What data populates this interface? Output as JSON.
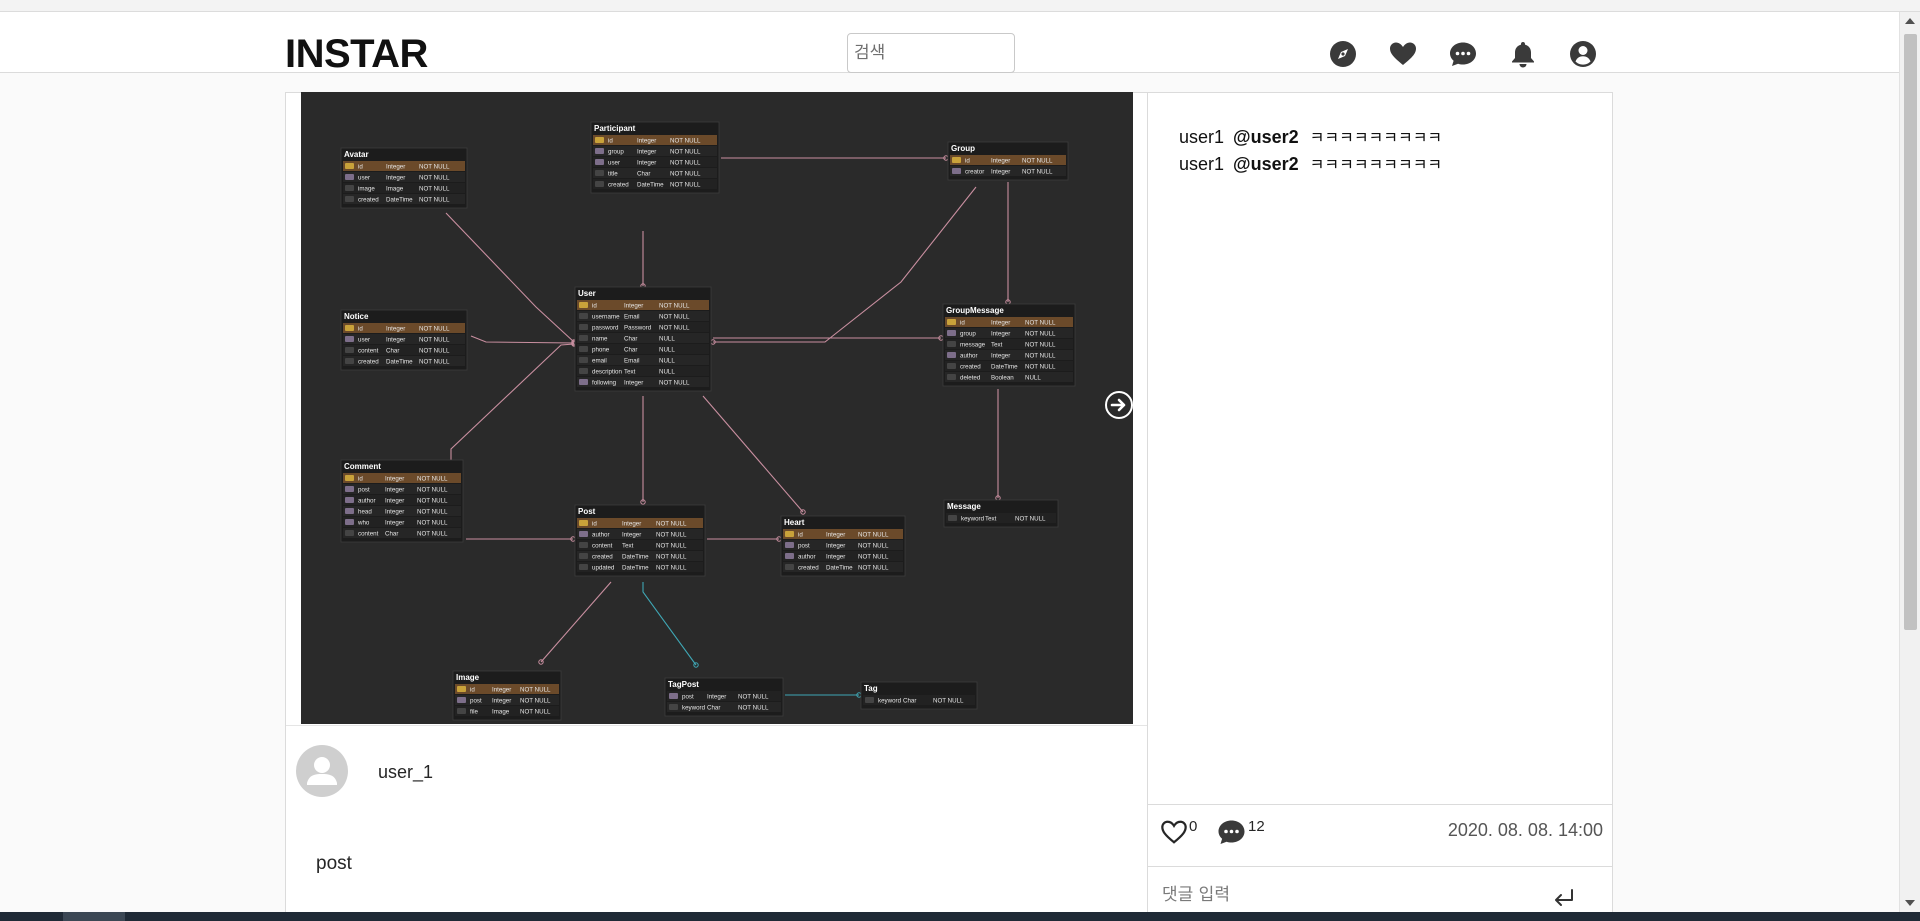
{
  "header": {
    "logo": "INSTAR",
    "search_placeholder": "검색",
    "icons": [
      "compass-icon",
      "heart-icon",
      "chat-icon",
      "bell-icon",
      "user-circle-icon"
    ]
  },
  "post": {
    "author": "user_1",
    "caption": "post",
    "likes": "0",
    "comment_count": "12",
    "date": "2020. 08. 08. 14:00"
  },
  "comments": [
    {
      "user": "user1",
      "mention": "@user2",
      "text": "ㅋㅋㅋㅋㅋㅋㅋㅋㅋ"
    },
    {
      "user": "user1",
      "mention": "@user2",
      "text": "ㅋㅋㅋㅋㅋㅋㅋㅋㅋ"
    }
  ],
  "comment_form": {
    "placeholder": "댓글 입력"
  },
  "diagram": {
    "tables": [
      {
        "name": "Participant",
        "rows": [
          [
            "id",
            "Integer",
            "NOT NULL"
          ],
          [
            "group",
            "Integer",
            "NOT NULL"
          ],
          [
            "user",
            "Integer",
            "NOT NULL"
          ],
          [
            "title",
            "Char",
            "NOT NULL"
          ],
          [
            "created",
            "DateTime",
            "NOT NULL"
          ]
        ]
      },
      {
        "name": "Avatar",
        "rows": [
          [
            "id",
            "Integer",
            "NOT NULL"
          ],
          [
            "user",
            "Integer",
            "NOT NULL"
          ],
          [
            "image",
            "Image",
            "NOT NULL"
          ],
          [
            "created",
            "DateTime",
            "NOT NULL"
          ]
        ]
      },
      {
        "name": "Group",
        "rows": [
          [
            "id",
            "Integer",
            "NOT NULL"
          ],
          [
            "creator",
            "Integer",
            "NOT NULL"
          ]
        ]
      },
      {
        "name": "User",
        "rows": [
          [
            "id",
            "Integer",
            "NOT NULL"
          ],
          [
            "username",
            "Email",
            "NOT NULL"
          ],
          [
            "password",
            "Password",
            "NOT NULL"
          ],
          [
            "name",
            "Char",
            "NULL"
          ],
          [
            "phone",
            "Char",
            "NULL"
          ],
          [
            "email",
            "Email",
            "NULL"
          ],
          [
            "description",
            "Text",
            "NULL"
          ],
          [
            "following",
            "Integer",
            "NOT NULL"
          ]
        ]
      },
      {
        "name": "GroupMessage",
        "rows": [
          [
            "id",
            "Integer",
            "NOT NULL"
          ],
          [
            "group",
            "Integer",
            "NOT NULL"
          ],
          [
            "message",
            "Text",
            "NOT NULL"
          ],
          [
            "author",
            "Integer",
            "NOT NULL"
          ],
          [
            "created",
            "DateTime",
            "NOT NULL"
          ],
          [
            "deleted",
            "Boolean",
            "NULL"
          ]
        ]
      },
      {
        "name": "Notice",
        "rows": [
          [
            "id",
            "Integer",
            "NOT NULL"
          ],
          [
            "user",
            "Integer",
            "NOT NULL"
          ],
          [
            "content",
            "Char",
            "NOT NULL"
          ],
          [
            "created",
            "DateTime",
            "NOT NULL"
          ]
        ]
      },
      {
        "name": "Comment",
        "rows": [
          [
            "id",
            "Integer",
            "NOT NULL"
          ],
          [
            "post",
            "Integer",
            "NOT NULL"
          ],
          [
            "author",
            "Integer",
            "NOT NULL"
          ],
          [
            "head",
            "Integer",
            "NOT NULL"
          ],
          [
            "who",
            "Integer",
            "NOT NULL"
          ],
          [
            "content",
            "Char",
            "NOT NULL"
          ]
        ]
      },
      {
        "name": "Post",
        "rows": [
          [
            "id",
            "Integer",
            "NOT NULL"
          ],
          [
            "author",
            "Integer",
            "NOT NULL"
          ],
          [
            "content",
            "Text",
            "NOT NULL"
          ],
          [
            "created",
            "DateTime",
            "NOT NULL"
          ],
          [
            "updated",
            "DateTime",
            "NOT NULL"
          ]
        ]
      },
      {
        "name": "Heart",
        "rows": [
          [
            "id",
            "Integer",
            "NOT NULL"
          ],
          [
            "post",
            "Integer",
            "NOT NULL"
          ],
          [
            "author",
            "Integer",
            "NOT NULL"
          ],
          [
            "created",
            "DateTime",
            "NOT NULL"
          ]
        ]
      },
      {
        "name": "Message",
        "rows": [
          [
            "keyword",
            "Text",
            "NOT NULL"
          ]
        ]
      },
      {
        "name": "Image",
        "rows": [
          [
            "id",
            "Integer",
            "NOT NULL"
          ],
          [
            "post",
            "Integer",
            "NOT NULL"
          ],
          [
            "file",
            "Image",
            "NOT NULL"
          ]
        ]
      },
      {
        "name": "TagPost",
        "rows": [
          [
            "post",
            "Integer",
            "NOT NULL"
          ],
          [
            "keyword",
            "Char",
            "NOT NULL"
          ]
        ]
      },
      {
        "name": "Tag",
        "rows": [
          [
            "keyword",
            "Char",
            "NOT NULL"
          ]
        ]
      }
    ]
  }
}
